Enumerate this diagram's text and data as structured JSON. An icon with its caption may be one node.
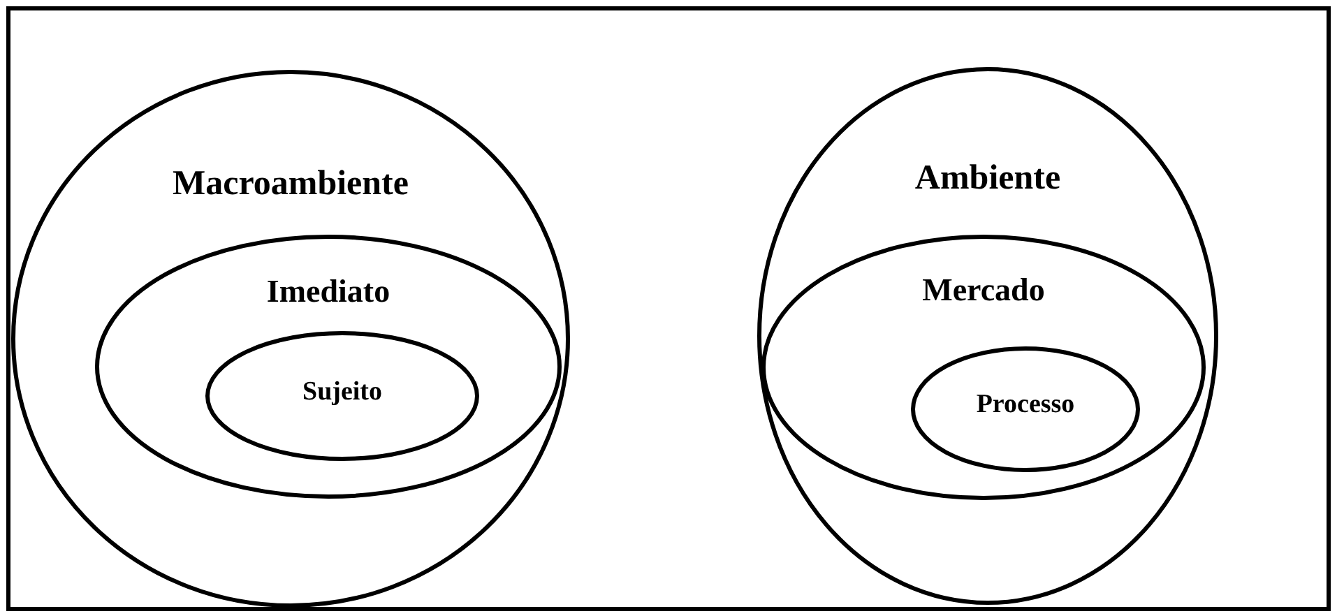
{
  "diagram": {
    "nodes": [
      {
        "text": [
          "Macroambiente"
        ]
      },
      {
        "text": [
          "Imediato"
        ],
        "in": 0
      },
      {
        "text": [
          "Sujeito"
        ],
        "in": 1
      },
      {
        "text": [
          "Ambiente"
        ]
      },
      {
        "text": [
          "Mercado"
        ],
        "in": 3
      },
      {
        "text": [
          "Processo"
        ],
        "in": 4
      }
    ]
  }
}
